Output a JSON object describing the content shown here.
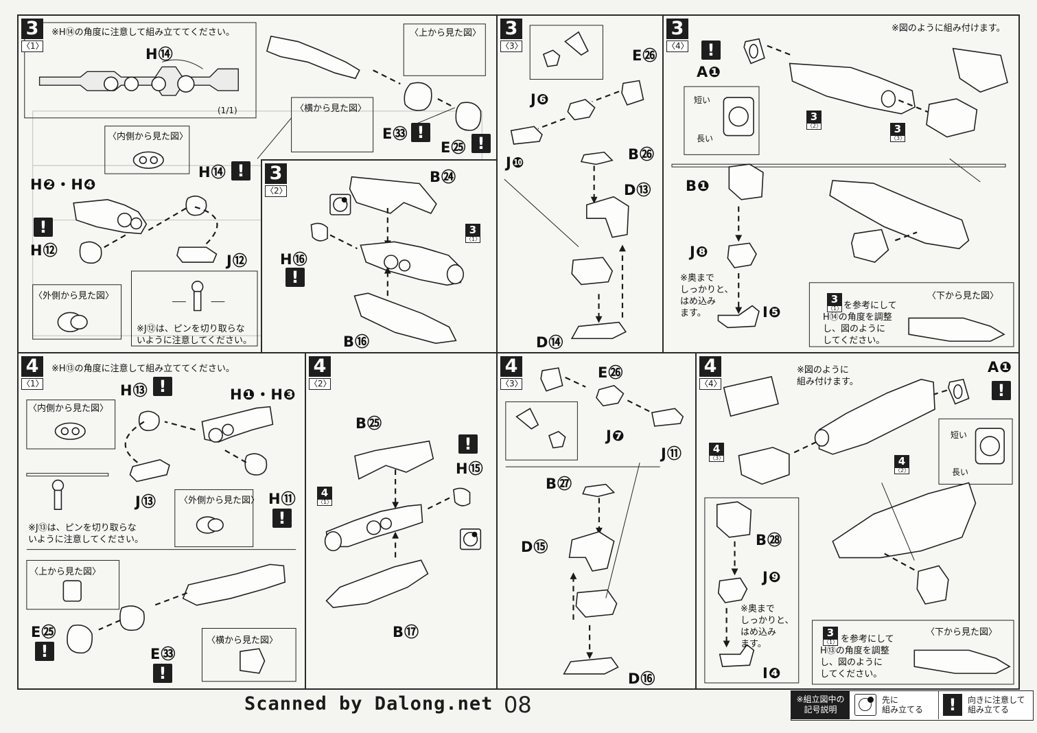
{
  "footer": {
    "scan_credit": "Scanned by Dalong.net",
    "page_number": "08"
  },
  "legend": {
    "header": "※組立図中の\n記号説明",
    "assemble_first": "先に\n組み立てる",
    "mind_orientation": "向きに注意して\n組み立てる"
  },
  "panels": {
    "p3_1": {
      "step": "3",
      "sub": "〈1〉",
      "note_top": "※H⑭の角度に注意して組み立ててください。",
      "label_h14_top": "H⑭",
      "scale": "(1/1)",
      "inset_inner": "〈内側から見た図〉",
      "label_h14": "H⑭",
      "label_h2h4": "H❷・H❹",
      "label_h12": "H⑫",
      "label_j12": "J⑫",
      "inset_outer": "〈外側から見た図〉",
      "pin_note": "※J⑫は、ピンを切り取らな\nいように注意してください。",
      "inset_top": "〈上から見た図〉",
      "inset_side": "〈横から見た図〉",
      "label_e33": "E㉝",
      "label_e25": "E㉕"
    },
    "p3_2": {
      "step": "3",
      "sub": "〈2〉",
      "label_b24": "B㉔",
      "label_h16": "H⑯",
      "label_b16": "B⑯",
      "ref_step": "3",
      "ref_sub": "〈1〉"
    },
    "p3_3": {
      "step": "3",
      "sub": "〈3〉",
      "label_e26": "E㉖",
      "label_j6": "J❻",
      "label_j10": "J❿",
      "label_b26": "B㉖",
      "label_d13": "D⑬",
      "label_d14": "D⑭"
    },
    "p3_4": {
      "step": "3",
      "sub": "〈4〉",
      "note_top": "※図のように組み付けます。",
      "label_a1": "A❶",
      "short": "短い",
      "long": "長い",
      "ref_a_step": "3",
      "ref_a_sub": "〈2〉",
      "ref_b_step": "3",
      "ref_b_sub": "〈3〉",
      "label_b1": "B❶",
      "label_j8": "J❽",
      "label_i5": "I❺",
      "push_note": "※奥まで\nしっかりと、\nはめ込み\nます。",
      "adjust_ref_step": "3",
      "adjust_ref_sub": "〈1〉",
      "adjust_note": "を参考にして\nH⑭の角度を調整\nし、図のように\nしてください。",
      "bottom_view": "〈下から見た図〉"
    },
    "p4_1": {
      "step": "4",
      "sub": "〈1〉",
      "note_top": "※H⑬の角度に注意して組み立ててください。",
      "label_h13": "H⑬",
      "label_h1h3": "H❶・H❸",
      "inset_inner": "〈内側から見た図〉",
      "label_j13": "J⑬",
      "label_h11": "H⑪",
      "inset_outer": "〈外側から見た図〉",
      "pin_note": "※J⑬は、ピンを切り取らな\nいように注意してください。",
      "inset_top": "〈上から見た図〉",
      "label_e25": "E㉕",
      "label_e33": "E㉝",
      "inset_side": "〈横から見た図〉"
    },
    "p4_2": {
      "step": "4",
      "sub": "〈2〉",
      "label_b25": "B㉕",
      "label_h15": "H⑮",
      "label_b17": "B⑰",
      "ref_step": "4",
      "ref_sub": "〈1〉"
    },
    "p4_3": {
      "step": "4",
      "sub": "〈3〉",
      "label_e26": "E㉖",
      "label_j7": "J❼",
      "label_j11": "J⑪",
      "label_b27": "B㉗",
      "label_d15": "D⑮",
      "label_d16": "D⑯"
    },
    "p4_4": {
      "step": "4",
      "sub": "〈4〉",
      "note_top": "※図のように\n組み付けます。",
      "label_a1": "A❶",
      "short": "短い",
      "long": "長い",
      "ref_a_step": "4",
      "ref_a_sub": "〈3〉",
      "ref_b_step": "4",
      "ref_b_sub": "〈2〉",
      "label_b28": "B㉘",
      "label_j9": "J❾",
      "label_i4": "I❹",
      "push_note": "※奥まで\nしっかりと、\nはめ込み\nます。",
      "adjust_ref_step": "3",
      "adjust_ref_sub": "〈1〉",
      "adjust_note": "を参考にして\nH⑬の角度を調整\nし、図のように\nしてください。",
      "bottom_view": "〈下から見た図〉"
    }
  },
  "icons": {
    "caution": "exclamation-icon",
    "assemble_first": "circle-dot-icon"
  }
}
